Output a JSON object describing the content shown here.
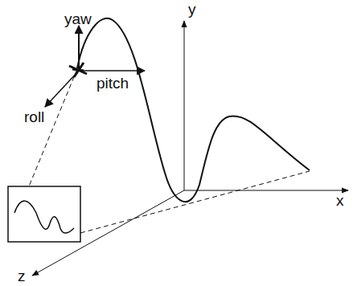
{
  "diagram": {
    "labels": [
      "yaw",
      "y",
      "pitch",
      "roll",
      "x",
      "z"
    ]
  }
}
